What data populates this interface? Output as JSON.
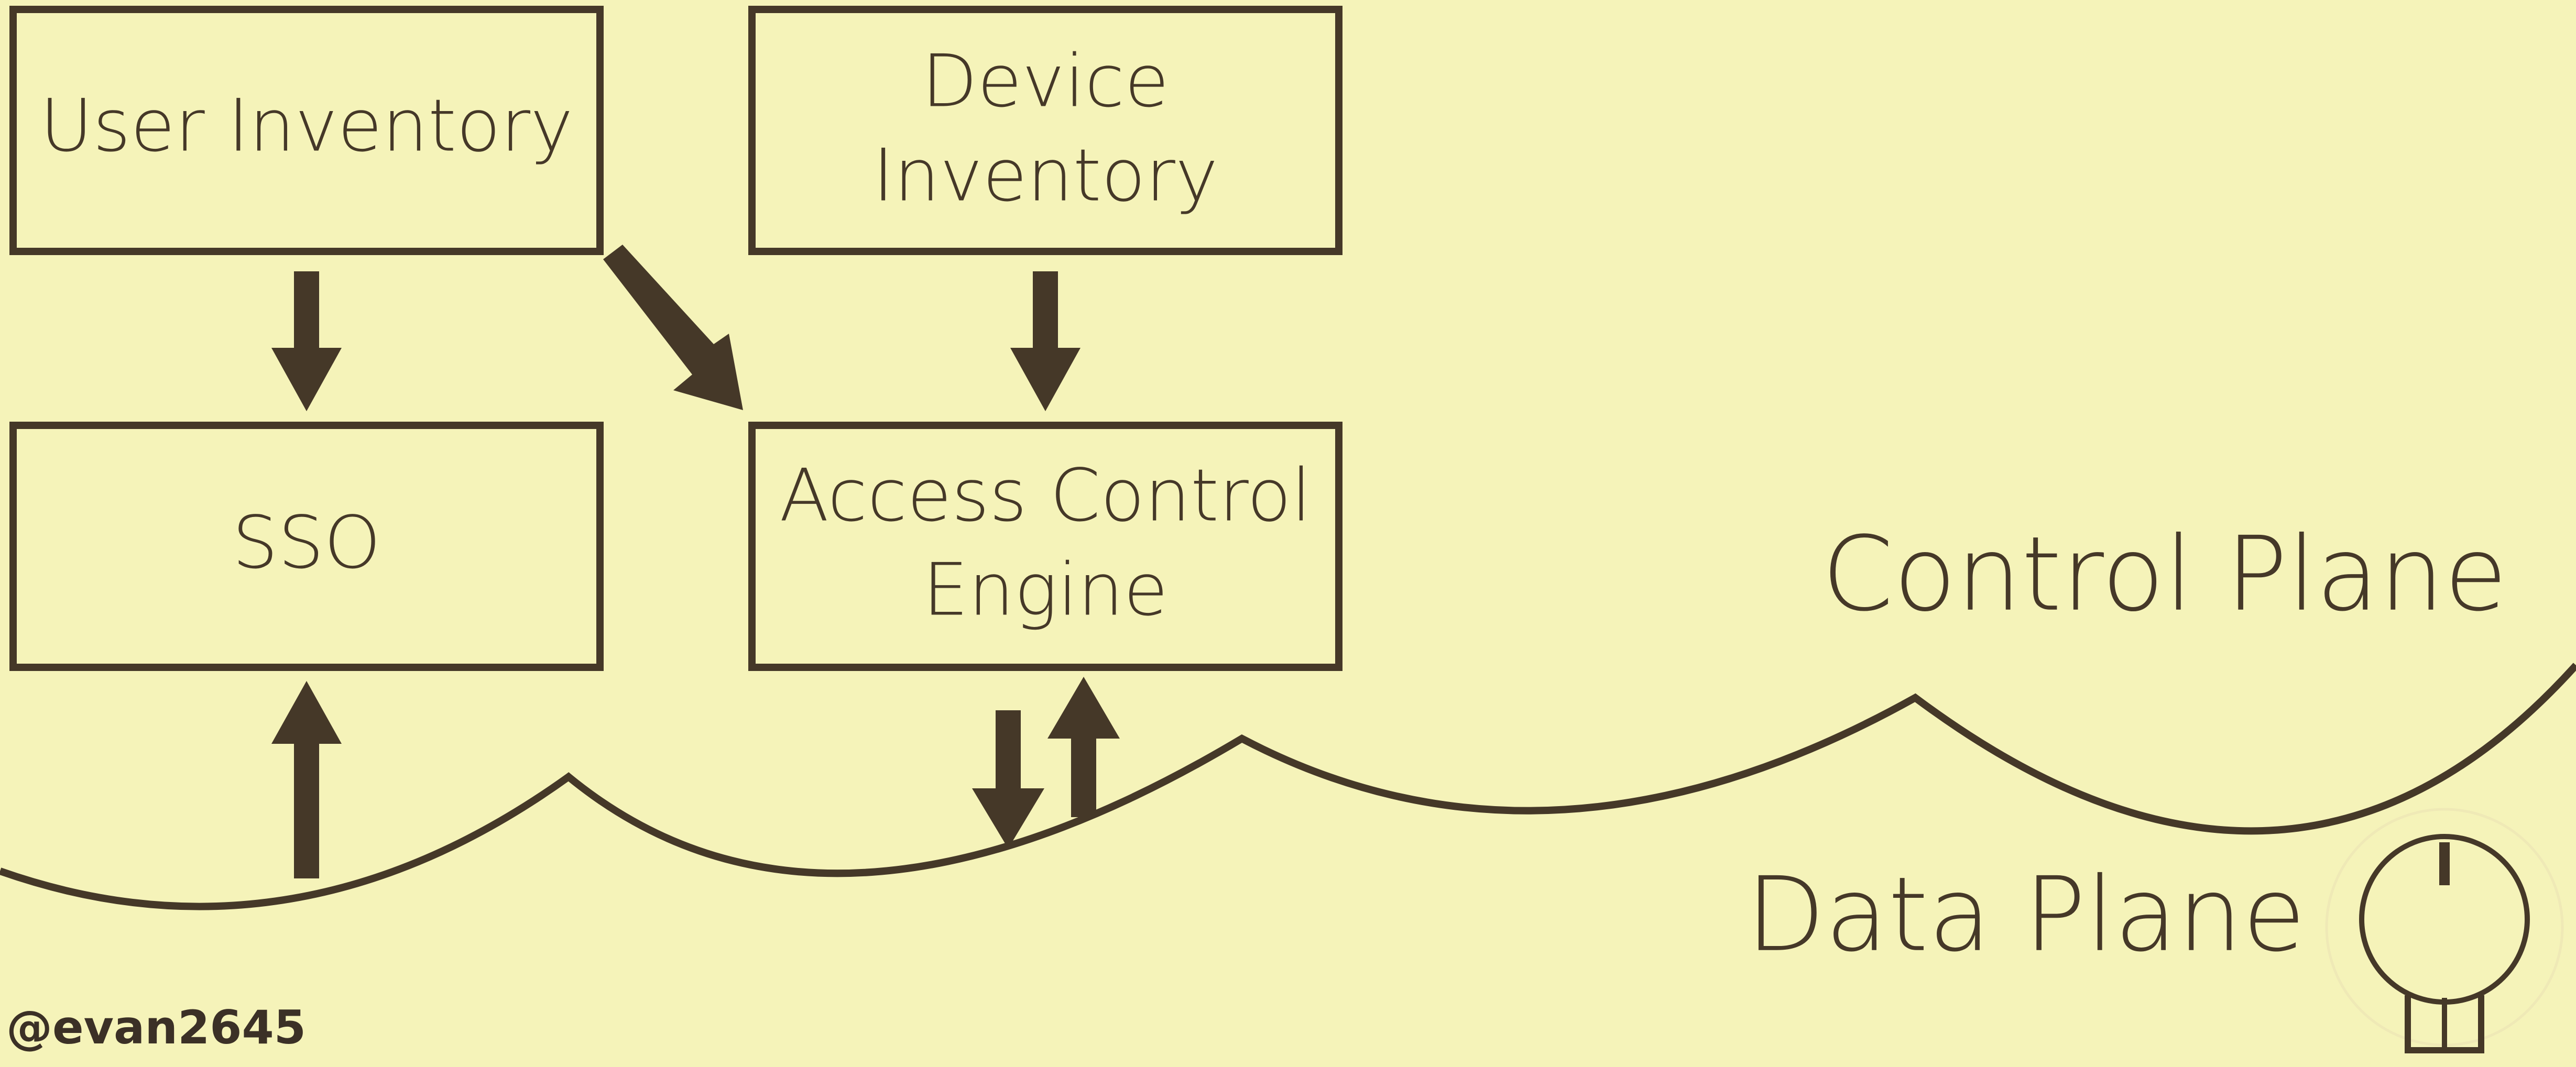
{
  "boxes": {
    "user_inventory": {
      "lines": [
        "User Inventory"
      ]
    },
    "device_inventory": {
      "lines": [
        "Device",
        "Inventory"
      ]
    },
    "sso": {
      "lines": [
        "SSO"
      ]
    },
    "access_control_engine": {
      "lines": [
        "Access Control",
        "Engine"
      ]
    }
  },
  "planes": {
    "control": "Control Plane",
    "data": "Data Plane"
  },
  "handle": "@evan2645",
  "colors": {
    "background": "#f5f3b9",
    "ink": "#453828"
  },
  "icons": [
    "power-icon"
  ]
}
